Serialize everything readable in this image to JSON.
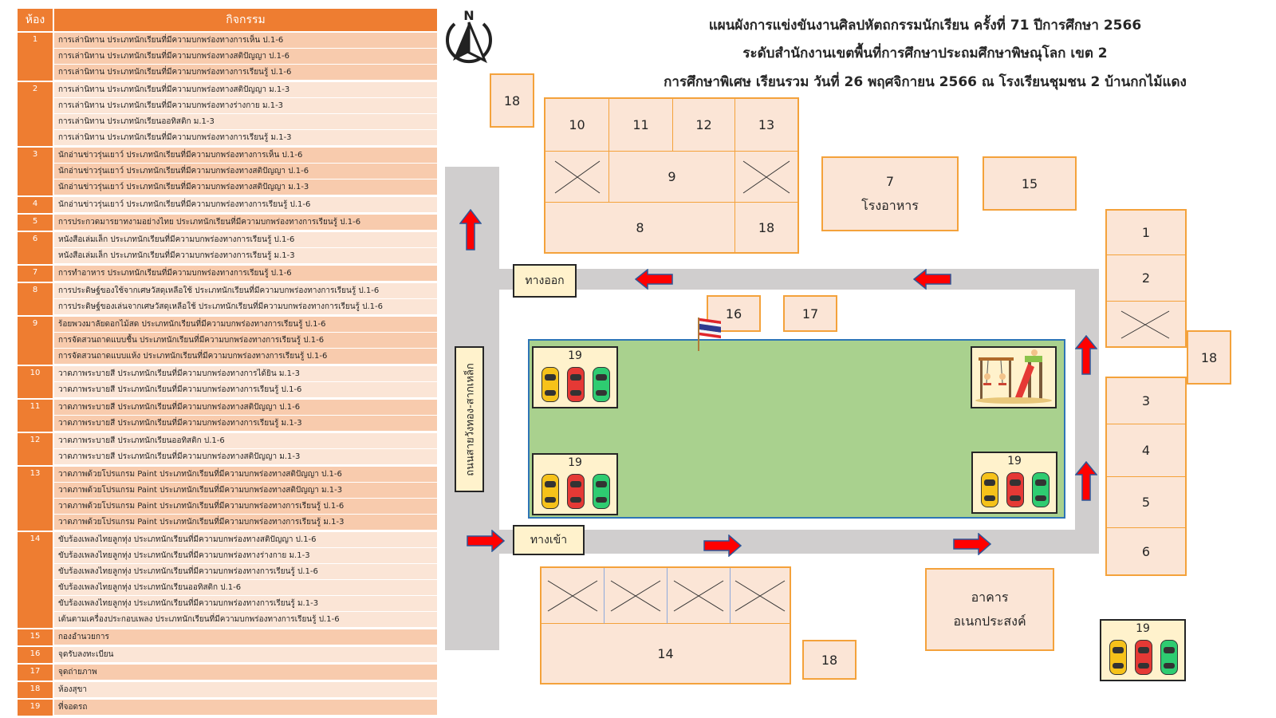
{
  "legend": {
    "header_room": "ห้อง",
    "header_activity": "กิจกรรม",
    "groups": [
      {
        "num": "1",
        "items": [
          "การเล่านิทาน ประเภทนักเรียนที่มีความบกพร่องทางการเห็น ป.1-6",
          "การเล่านิทาน ประเภทนักเรียนที่มีความบกพร่องทางสติปัญญา ป.1-6",
          "การเล่านิทาน ประเภทนักเรียนที่มีความบกพร่องทางการเรียนรู้ ป.1-6"
        ]
      },
      {
        "num": "2",
        "items": [
          "การเล่านิทาน ประเภทนักเรียนที่มีความบกพร่องทางสติปัญญา ม.1-3",
          "การเล่านิทาน ประเภทนักเรียนที่มีความบกพร่องทางร่างกาย ม.1-3",
          "การเล่านิทาน ประเภทนักเรียนออทิสติก ม.1-3",
          "การเล่านิทาน ประเภทนักเรียนที่มีความบกพร่องทางการเรียนรู้ ม.1-3"
        ]
      },
      {
        "num": "3",
        "items": [
          "นักอ่านข่าวรุ่นเยาว์ ประเภทนักเรียนที่มีความบกพร่องทางการเห็น ป.1-6",
          "นักอ่านข่าวรุ่นเยาว์ ประเภทนักเรียนที่มีความบกพร่องทางสติปัญญา ป.1-6",
          "นักอ่านข่าวรุ่นเยาว์ ประเภทนักเรียนที่มีความบกพร่องทางสติปัญญา ม.1-3"
        ]
      },
      {
        "num": "4",
        "items": [
          "นักอ่านข่าวรุ่นเยาว์ ประเภทนักเรียนที่มีความบกพร่องทางการเรียนรู้ ป.1-6"
        ]
      },
      {
        "num": "5",
        "items": [
          "การประกวดมารยาทงามอย่างไทย ประเภทนักเรียนที่มีความบกพร่องทางการเรียนรู้ ป.1-6"
        ]
      },
      {
        "num": "6",
        "items": [
          "หนังสือเล่มเล็ก ประเภทนักเรียนที่มีความบกพร่องทางการเรียนรู้ ป.1-6",
          "หนังสือเล่มเล็ก ประเภทนักเรียนที่มีความบกพร่องทางการเรียนรู้ ม.1-3"
        ]
      },
      {
        "num": "7",
        "items": [
          "การทำอาหาร ประเภทนักเรียนที่มีความบกพร่องทางการเรียนรู้ ป.1-6"
        ]
      },
      {
        "num": "8",
        "items": [
          "การประดิษฐ์ของใช้จากเศษวัสดุเหลือใช้ ประเภทนักเรียนที่มีความบกพร่องทางการเรียนรู้ ป.1-6",
          "การประดิษฐ์ของเล่นจากเศษวัสดุเหลือใช้ ประเภทนักเรียนที่มีความบกพร่องทางการเรียนรู้ ป.1-6"
        ]
      },
      {
        "num": "9",
        "items": [
          "ร้อยพวงมาลัยดอกไม้สด ประเภทนักเรียนที่มีความบกพร่องทางการเรียนรู้ ป.1-6",
          "การจัดสวนถาดแบบชื้น ประเภทนักเรียนที่มีความบกพร่องทางการเรียนรู้ ป.1-6",
          "การจัดสวนถาดแบบแห้ง ประเภทนักเรียนที่มีความบกพร่องทางการเรียนรู้ ป.1-6"
        ]
      },
      {
        "num": "10",
        "items": [
          "วาดภาพระบายสี ประเภทนักเรียนที่มีความบกพร่องทางการได้ยิน ม.1-3",
          "วาดภาพระบายสี ประเภทนักเรียนที่มีความบกพร่องทางการเรียนรู้ ป.1-6"
        ]
      },
      {
        "num": "11",
        "items": [
          "วาดภาพระบายสี ประเภทนักเรียนที่มีความบกพร่องทางสติปัญญา ป.1-6",
          "วาดภาพระบายสี ประเภทนักเรียนที่มีความบกพร่องทางการเรียนรู้ ม.1-3"
        ]
      },
      {
        "num": "12",
        "items": [
          "วาดภาพระบายสี ประเภทนักเรียนออทิสติก ป.1-6",
          "วาดภาพระบายสี ประเภทนักเรียนที่มีความบกพร่องทางสติปัญญา ม.1-3"
        ]
      },
      {
        "num": "13",
        "items": [
          "วาดภาพด้วยโปรแกรม Paint ประเภทนักเรียนที่มีความบกพร่องทางสติปัญญา ป.1-6",
          "วาดภาพด้วยโปรแกรม Paint ประเภทนักเรียนที่มีความบกพร่องทางสติปัญญา ม.1-3",
          "วาดภาพด้วยโปรแกรม Paint ประเภทนักเรียนที่มีความบกพร่องทางการเรียนรู้ ป.1-6",
          "วาดภาพด้วยโปรแกรม Paint ประเภทนักเรียนที่มีความบกพร่องทางการเรียนรู้ ม.1-3"
        ]
      },
      {
        "num": "14",
        "items": [
          "ขับร้องเพลงไทยลูกทุ่ง ประเภทนักเรียนที่มีความบกพร่องทางสติปัญญา ป.1-6",
          "ขับร้องเพลงไทยลูกทุ่ง ประเภทนักเรียนที่มีความบกพร่องทางร่างกาย ม.1-3",
          "ขับร้องเพลงไทยลูกทุ่ง ประเภทนักเรียนที่มีความบกพร่องทางการเรียนรู้ ป.1-6",
          "ขับร้องเพลงไทยลูกทุ่ง ประเภทนักเรียนออทิสติก ป.1-6",
          "ขับร้องเพลงไทยลูกทุ่ง ประเภทนักเรียนที่มีความบกพร่องทางการเรียนรู้ ม.1-3",
          "เต้นตามเครื่องประกอบเพลง ประเภทนักเรียนที่มีความบกพร่องทางการเรียนรู้ ป.1-6"
        ]
      },
      {
        "num": "15",
        "items": [
          "กองอำนวยการ"
        ]
      },
      {
        "num": "16",
        "items": [
          "จุดรับลงทะเบียน"
        ]
      },
      {
        "num": "17",
        "items": [
          "จุดถ่ายภาพ"
        ]
      },
      {
        "num": "18",
        "items": [
          "ห้องสุขา"
        ]
      },
      {
        "num": "19",
        "items": [
          "ที่จอดรถ"
        ]
      }
    ]
  },
  "title": {
    "line1": "แผนผังการแข่งขันงานศิลปหัตถกรรมนักเรียน ครั้งที่ 71 ปีการศึกษา 2566",
    "line2": "ระดับสำนักงานเขตพื้นที่การศึกษาประถมศึกษาพิษณุโลก เขต 2",
    "line3": "การศึกษาพิเศษ เรียนรวม วันที่ 26 พฤศจิกายน 2566 ณ โรงเรียนชุมชน 2 บ้านกกไม้แดง"
  },
  "compass": {
    "letter": "N"
  },
  "map": {
    "room_10": "10",
    "room_11": "11",
    "room_12": "12",
    "room_13": "13",
    "room_9": "9",
    "room_8": "8",
    "room_18": "18",
    "room_7": "7",
    "room_7_name": "โรงอาหาร",
    "room_15": "15",
    "room_1": "1",
    "room_2": "2",
    "room_3": "3",
    "room_4": "4",
    "room_5": "5",
    "room_6": "6",
    "room_16": "16",
    "room_17": "17",
    "room_14": "14",
    "building_line1": "อาคาร",
    "building_line2": "อเนกประสงค์",
    "parking": "19",
    "exit_label": "ทางออก",
    "entrance_label": "ทางเข้า",
    "road_label": "ถนนสายวังทอง-สากเหล็ก"
  },
  "colors": {
    "room_border": "#f4a23b",
    "room_fill": "#fbe5d6",
    "header": "#ee7d31",
    "road": "#d0cece",
    "lawn": "#a9d18e",
    "arrow": "#ff0000",
    "label_fill": "#fff2cc"
  }
}
